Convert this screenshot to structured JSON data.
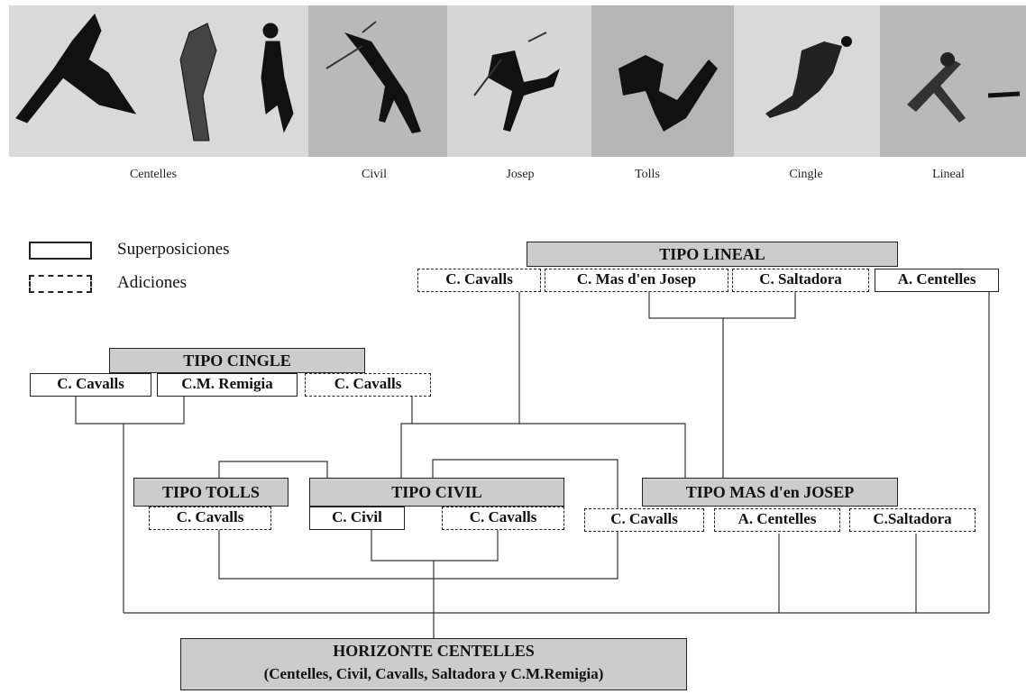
{
  "strip": {
    "labels": [
      "Centelles",
      "Civil",
      "Josep",
      "Tolls",
      "Cingle",
      "Lineal"
    ]
  },
  "legend": {
    "superposiciones": "Superposiciones",
    "adiciones": "Adiciones"
  },
  "tipo_lineal": {
    "title": "TIPO LINEAL",
    "items": [
      "C. Cavalls",
      "C. Mas d'en Josep",
      "C. Saltadora",
      "A. Centelles"
    ]
  },
  "tipo_cingle": {
    "title": "TIPO CINGLE",
    "items": [
      "C. Cavalls",
      "C.M. Remigia",
      "C. Cavalls"
    ]
  },
  "tipo_tolls": {
    "title": "TIPO TOLLS",
    "items": [
      "C. Cavalls"
    ]
  },
  "tipo_civil": {
    "title": "TIPO CIVIL",
    "items": [
      "C. Civil",
      "C. Cavalls"
    ]
  },
  "tipo_mas": {
    "title": "TIPO MAS d'en JOSEP",
    "items": [
      "C. Cavalls",
      "A. Centelles",
      "C.Saltadora"
    ]
  },
  "horizonte": {
    "title": "HORIZONTE CENTELLES",
    "subtitle": "(Centelles, Civil, Cavalls, Saltadora y C.M.Remigia)"
  }
}
